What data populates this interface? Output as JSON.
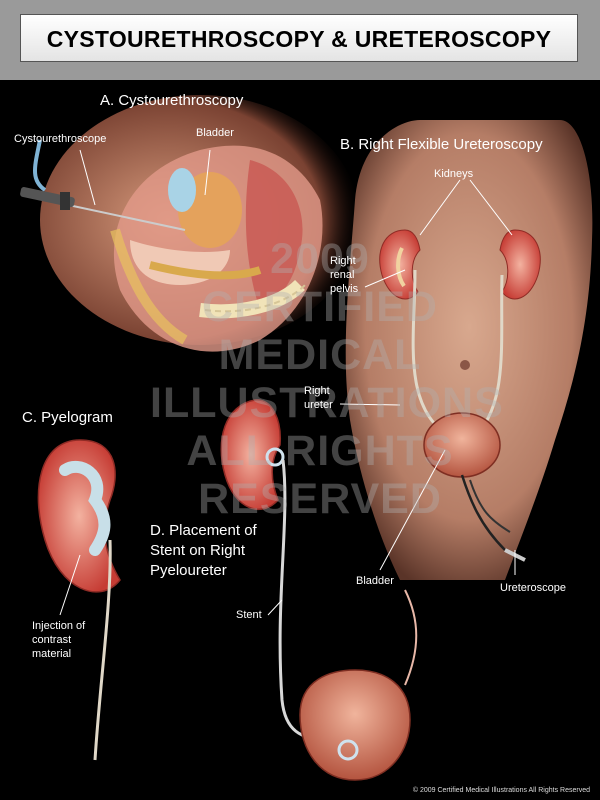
{
  "title": "CYSTOURETHROSCOPY & URETEROSCOPY",
  "sections": {
    "a": "A. Cystourethroscopy",
    "b": "B. Right Flexible Ureteroscopy",
    "c": "C. Pyelogram",
    "d": [
      "D. Placement of",
      "Stent on Right",
      "Pyeloureter"
    ]
  },
  "labels": {
    "cystourethroscope": "Cystourethroscope",
    "bladder_a": "Bladder",
    "kidneys": "Kidneys",
    "right_renal_pelvis": [
      "Right",
      "renal",
      "pelvis"
    ],
    "right_ureter": [
      "Right",
      "ureter"
    ],
    "bladder_b": "Bladder",
    "ureteroscope": "Ureteroscope",
    "injection": [
      "Injection of",
      "contrast",
      "material"
    ],
    "stent": "Stent"
  },
  "watermark": [
    "2009",
    "CERTIFIED",
    "MEDICAL",
    "ILLUSTRATIONS",
    "ALL RIGHTS",
    "RESERVED"
  ],
  "copyright": "© 2009 Certified Medical Illustrations All Rights Reserved"
}
